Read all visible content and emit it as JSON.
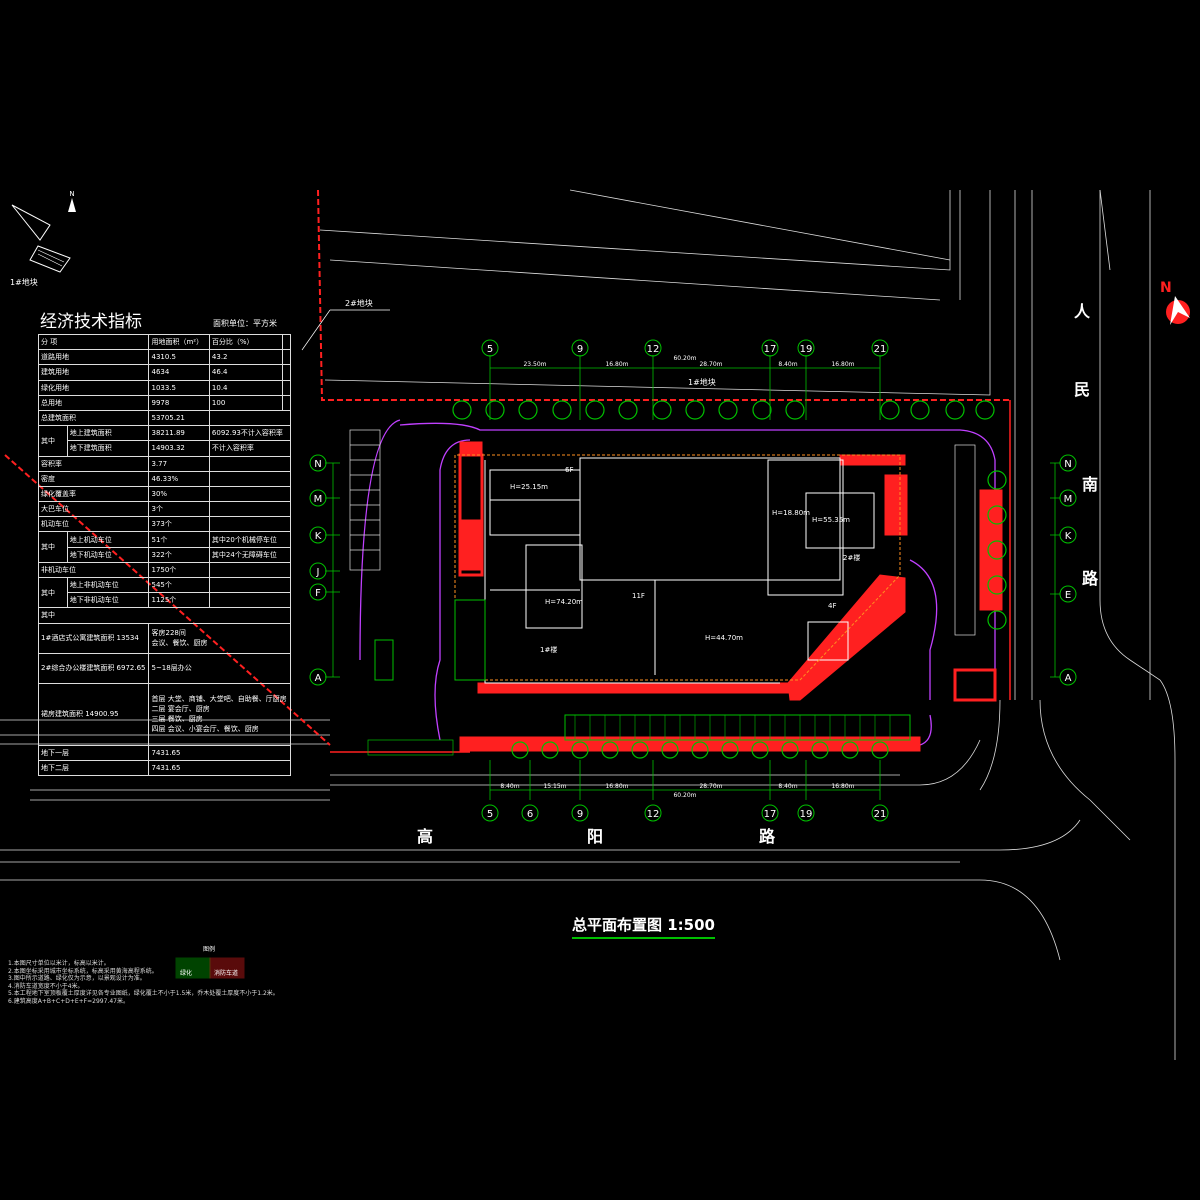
{
  "north_arrow_label": "N",
  "key_plan": {
    "north_label": "N",
    "lot_label": "1#地块"
  },
  "table": {
    "title": "经济技术指标",
    "unit": "面积单位：平方米",
    "header": [
      "分  项",
      "用地面积（m²）",
      "百分比（%）"
    ],
    "rows": [
      [
        "道路用地",
        "4310.5",
        "43.2"
      ],
      [
        "建筑用地",
        "4634",
        "46.4"
      ],
      [
        "绿化用地",
        "1033.5",
        "10.4"
      ],
      [
        "总用地",
        "9978",
        "100"
      ]
    ],
    "rows2": [
      [
        "总建筑面积",
        "53705.21",
        ""
      ],
      [
        "地上建筑面积",
        "38211.89",
        "6092.93不计入容积率"
      ],
      [
        "地下建筑面积",
        "14903.32",
        "不计入容积率"
      ],
      [
        "容积率",
        "3.77",
        ""
      ],
      [
        "密度",
        "46.33%",
        ""
      ],
      [
        "绿化覆盖率",
        "30%",
        ""
      ],
      [
        "大巴车位",
        "3个",
        ""
      ],
      [
        "机动车位",
        "373个",
        ""
      ],
      [
        "地上机动车位",
        "51个",
        "其中20个机械停车位"
      ],
      [
        "地下机动车位",
        "322个",
        "其中24个无障碍车位"
      ],
      [
        "非机动车位",
        "1750个",
        ""
      ],
      [
        "地上非机动车位",
        "545个",
        ""
      ],
      [
        "地下非机动车位",
        "1125个",
        ""
      ]
    ],
    "qizhong": "其中",
    "building_rows": [
      [
        "1#酒店式公寓建筑面积 13534",
        "客房228间\n会议、餐饮、厨房"
      ],
      [
        "2#综合办公楼建筑面积 6972.65",
        "5~18层办公"
      ],
      [
        "裙房建筑面积 14900.95",
        "首层  大堂、商铺、大堂吧、自助餐、厅厨房\n二层  宴会厅、厨房\n三层  餐饮、厨房\n四层  会议、小宴会厅、餐饮、厨房"
      ],
      [
        "地下一层",
        "7431.65"
      ],
      [
        "地下二层",
        "7431.65"
      ]
    ]
  },
  "roads": {
    "east": [
      "人",
      "民",
      "南",
      "路"
    ],
    "south": [
      "高",
      "阳",
      "路"
    ]
  },
  "lot_labels": [
    "2#地块",
    "1#地块"
  ],
  "axes_top": [
    "5",
    "9",
    "12",
    "17",
    "19",
    "21"
  ],
  "axes_bottom": [
    "5",
    "6",
    "9",
    "12",
    "17",
    "19",
    "21"
  ],
  "axes_side": [
    "N",
    "M",
    "K",
    "J",
    "F",
    "A"
  ],
  "axes_right": [
    "N",
    "M",
    "K",
    "E",
    "A"
  ],
  "dims_top": [
    "23.50m",
    "16.80m",
    "60.20m",
    "28.70m",
    "8.40m",
    "16.80m"
  ],
  "dims_bottom": [
    "8.40m",
    "15.15m",
    "16.80m",
    "60.20m",
    "28.70m",
    "8.40m",
    "16.80m"
  ],
  "buildings": [
    {
      "label": "11F",
      "height": "H=44.70m"
    },
    {
      "label": "1#楼",
      "height": "H=74.20m"
    },
    {
      "label": "2#楼",
      "height": "H=55.35m"
    },
    {
      "label": "4F",
      "height": "H=18.80m"
    },
    {
      "label": "6F",
      "height": "H=25.15m"
    }
  ],
  "plan_title": "总平面布置图   1:500",
  "legend_title": "图例",
  "legend_items": [
    "绿化",
    "消防车道"
  ],
  "notes": [
    "1.本图尺寸单位以米计，标高以米计。",
    "2.本图坐标采用城市坐标系统，标高采用黄海高程系统。",
    "3.图中所示道路、绿化仅为示意，以景观设计为准。",
    "4.消防车道宽度不小于4米。",
    "5.本工程地下室顶板覆土厚度详见各专业图纸，绿化覆土不小于1.5米，乔木处覆土厚度不小于1.2米。",
    "6.建筑高度A+B+C+D+E+F=2997.47米。"
  ],
  "colors": {
    "green": "#00c000",
    "red": "#ff2020",
    "magenta": "#c040ff",
    "yellow": "#ffff00",
    "cyan": "#00e0ff"
  }
}
